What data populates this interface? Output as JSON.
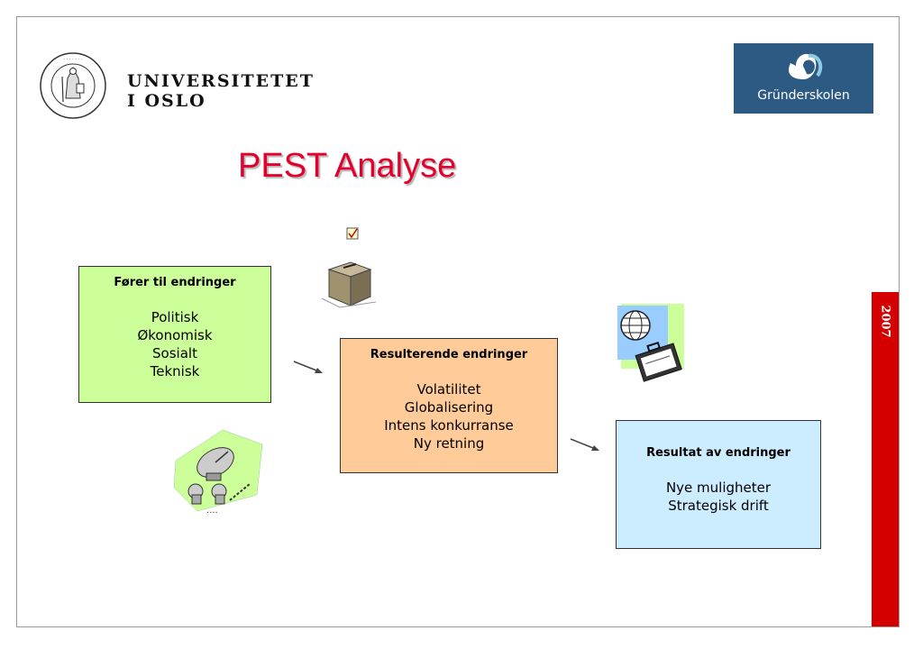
{
  "header": {
    "university_line1": "UNIVERSITETET",
    "university_line2": "I OSLO",
    "partner_logo_text": "Gründerskolen"
  },
  "title": "PEST Analyse",
  "year_badge": "2007",
  "boxes": {
    "drivers": {
      "heading": "Fører til endringer",
      "items": [
        "Politisk",
        "Økonomisk",
        "Sosialt",
        "Teknisk"
      ]
    },
    "changes": {
      "heading": "Resulterende endringer",
      "items": [
        "Volatilitet",
        "Globalisering",
        "Intens konkurranse",
        "Ny retning"
      ]
    },
    "results": {
      "heading": "Resultat av endringer",
      "items": [
        "Nye muligheter",
        "Strategisk drift"
      ]
    }
  },
  "colors": {
    "title": "#e4002b",
    "drivers_fill": "#ccff99",
    "changes_fill": "#ffcc99",
    "results_fill": "#ccecff",
    "side_bar": "#d40000",
    "partner_logo_bg": "#2c5a83"
  },
  "icons": [
    "university-seal-icon",
    "ballot-box-icon",
    "satellite-dish-icon",
    "globe-briefcase-icon",
    "gründerskolen-logo-icon"
  ]
}
